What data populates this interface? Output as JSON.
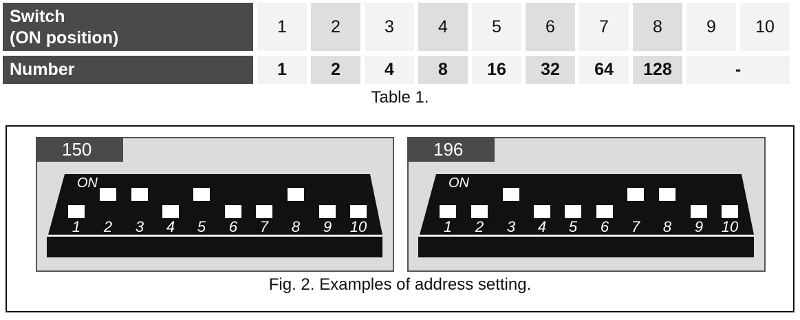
{
  "table": {
    "switch_header_line1": "Switch",
    "switch_header_line2": "(ON position)",
    "number_header": "Number",
    "switches": [
      "1",
      "2",
      "3",
      "4",
      "5",
      "6",
      "7",
      "8",
      "9",
      "10"
    ],
    "numbers": [
      "1",
      "2",
      "4",
      "8",
      "16",
      "32",
      "64",
      "128"
    ],
    "numbers_dash": "-",
    "caption": "Table 1."
  },
  "figure": {
    "caption": "Fig. 2. Examples of address setting.",
    "on_label": "ON",
    "switch_labels": [
      "1",
      "2",
      "3",
      "4",
      "5",
      "6",
      "7",
      "8",
      "9",
      "10"
    ],
    "examples": [
      {
        "value": "150",
        "on_switches": [
          2,
          3,
          5,
          8
        ]
      },
      {
        "value": "196",
        "on_switches": [
          3,
          7,
          8
        ]
      }
    ]
  }
}
